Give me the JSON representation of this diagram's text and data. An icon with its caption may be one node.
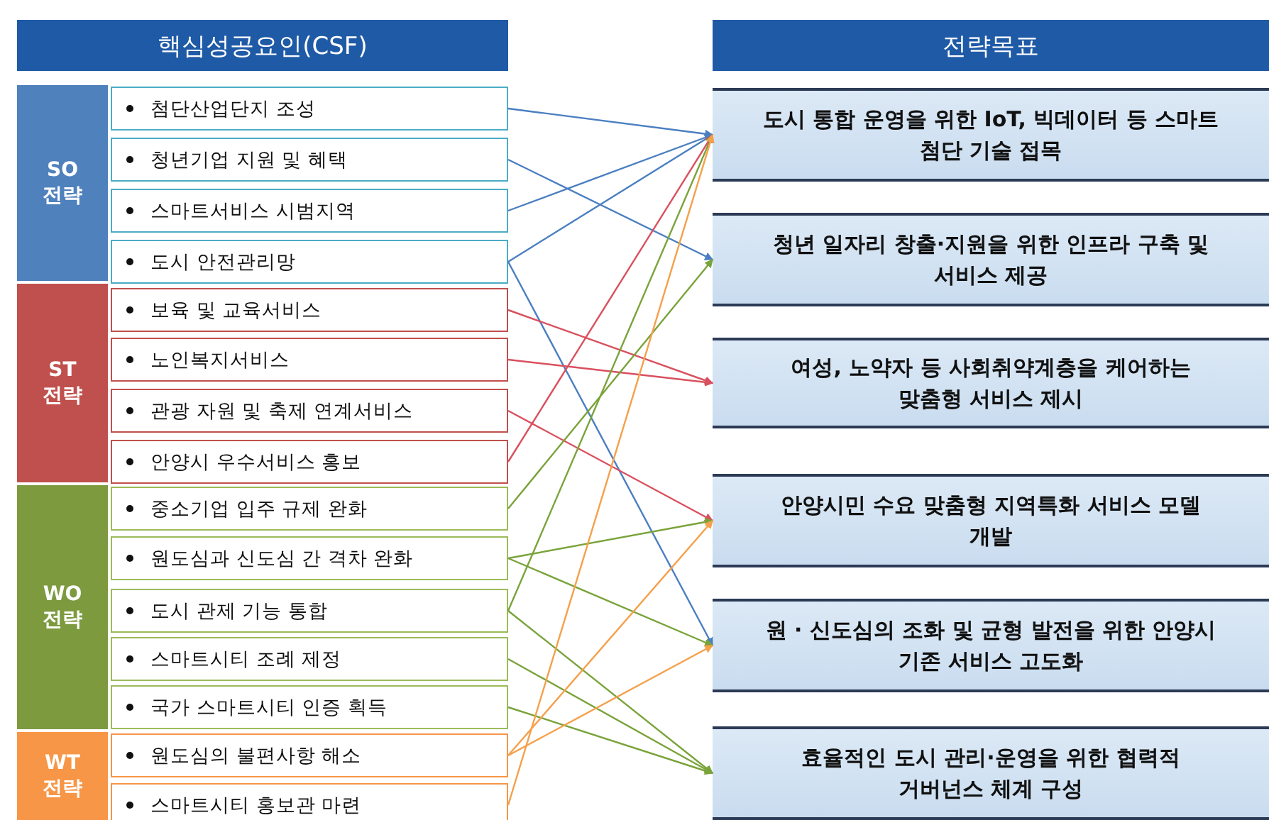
{
  "diagram": {
    "nodes": [
      {
        "text": [
          "핵심성공요인(CSF)"
        ]
      },
      {
        "text": [
          "SO 전략"
        ]
      },
      {
        "text": [
          "첨단산업단지 조성"
        ]
      },
      {
        "text": [
          "청년기업 지원 및 혜택"
        ]
      },
      {
        "text": [
          "스마트서비스 시범지역"
        ]
      },
      {
        "text": [
          "도시 안전관리망"
        ]
      },
      {
        "text": [
          "ST 전략"
        ]
      },
      {
        "text": [
          "보육 및 교육서비스"
        ]
      },
      {
        "text": [
          "노인복지서비스"
        ]
      },
      {
        "text": [
          "관광 자원 및 축제 연계서비스"
        ]
      },
      {
        "text": [
          "안양시 우수서비스 홍보"
        ]
      },
      {
        "text": [
          "WO 전략"
        ]
      },
      {
        "text": [
          "중소기업 입주 규제 완화"
        ]
      },
      {
        "text": [
          "원도심과 신도심 간 격차 완화"
        ]
      },
      {
        "text": [
          "도시 관제 기능 통합"
        ]
      },
      {
        "text": [
          "스마트시티 조례 제정"
        ]
      },
      {
        "text": [
          "국가 스마트시티 인증 획득"
        ]
      },
      {
        "text": [
          "WT 전략"
        ]
      },
      {
        "text": [
          "원도심의 불편사항 해소"
        ]
      },
      {
        "text": [
          "스마트시티 홍보관 마련"
        ]
      },
      {
        "text": [
          "전략목표"
        ]
      },
      {
        "text": [
          "도시 통합 운영을 위한 IoT, 빅데이터 등 스마트 첨단 기술 접목"
        ]
      },
      {
        "text": [
          "청년 일자리 창출·지원을 위한 인프라 구축 및 서비스 제공"
        ]
      },
      {
        "text": [
          "여성, 노약자 등 사회취약계층을 케어하는 맞춤형 서비스 제시"
        ]
      },
      {
        "text": [
          "안양시민 수요 맞춤형 지역특화 서비스 모델 개발"
        ]
      },
      {
        "text": [
          "원 · 신도심의 조화 및 균형 발전을 위한 안양시 기존 서비스 고도화"
        ]
      },
      {
        "text": [
          "효율적인 도시 관리·운영을 위한 협력적 거버넌스 체계 구성"
        ]
      }
    ],
    "edges": [
      {
        "from": 2,
        "to": 21,
        "arrow": "to",
        "color": "#4a7fc1"
      },
      {
        "from": 3,
        "to": 22,
        "arrow": "to",
        "color": "#4a7fc1"
      },
      {
        "from": 4,
        "to": 21,
        "arrow": "to",
        "color": "#4a7fc1"
      },
      {
        "from": 5,
        "to": 21,
        "arrow": "to",
        "color": "#4a7fc1"
      },
      {
        "from": 5,
        "to": 25,
        "arrow": "to",
        "color": "#4a7fc1"
      },
      {
        "from": 7,
        "to": 23,
        "arrow": "to",
        "color": "#d9505e"
      },
      {
        "from": 8,
        "to": 23,
        "arrow": "to",
        "color": "#d9505e"
      },
      {
        "from": 9,
        "to": 24,
        "arrow": "to",
        "color": "#d9505e"
      },
      {
        "from": 10,
        "to": 21,
        "arrow": "to",
        "color": "#d9505e"
      },
      {
        "from": 12,
        "to": 22,
        "arrow": "to"
      },
      {
        "from": 13,
        "to": 24,
        "arrow": "to"
      },
      {
        "from": 13,
        "to": 25,
        "arrow": "to"
      },
      {
        "from": 14,
        "to": 21,
        "arrow": "to"
      },
      {
        "from": 14,
        "to": 26,
        "arrow": "to"
      },
      {
        "from": 15,
        "to": 26,
        "arrow": "to"
      },
      {
        "from": 16,
        "to": 26,
        "arrow": "to"
      },
      {
        "from": 18,
        "to": 24,
        "arrow": "to",
        "color": "#f5a04a"
      },
      {
        "from": 18,
        "to": 25,
        "arrow": "to",
        "color": "#f5a04a"
      },
      {
        "from": 19,
        "to": 21,
        "arrow": "to",
        "color": "#f5a04a"
      }
    ]
  }
}
